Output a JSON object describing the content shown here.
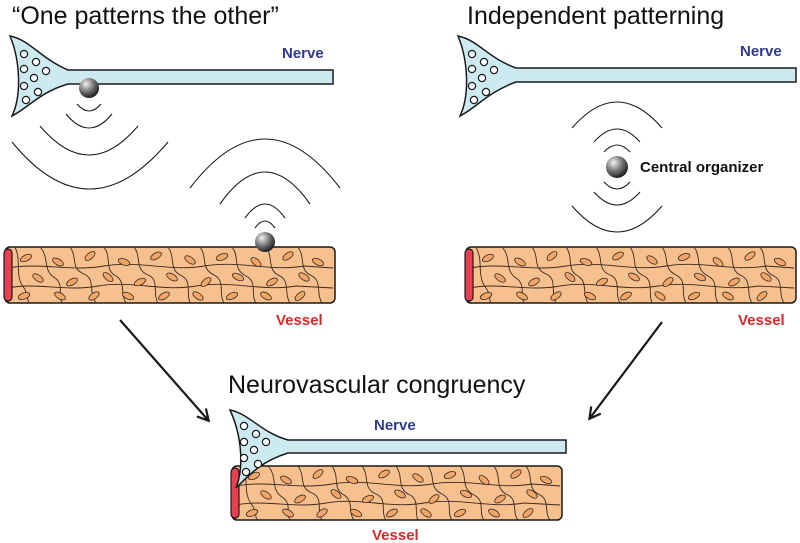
{
  "panels": {
    "top_left_title": "“One patterns the other”",
    "top_right_title": "Independent patterning",
    "bottom_title": "Neurovascular congruency"
  },
  "labels": {
    "nerve": "Nerve",
    "vessel": "Vessel",
    "central_organizer": "Central organizer"
  },
  "colors": {
    "nerve_fill": "#cdeaf3",
    "nerve_label": "#2f3a8f",
    "vessel_fill": "#f6c08f",
    "vessel_cap": "#e8404f",
    "vessel_label": "#d62a2a",
    "signal_source": "#555555"
  }
}
